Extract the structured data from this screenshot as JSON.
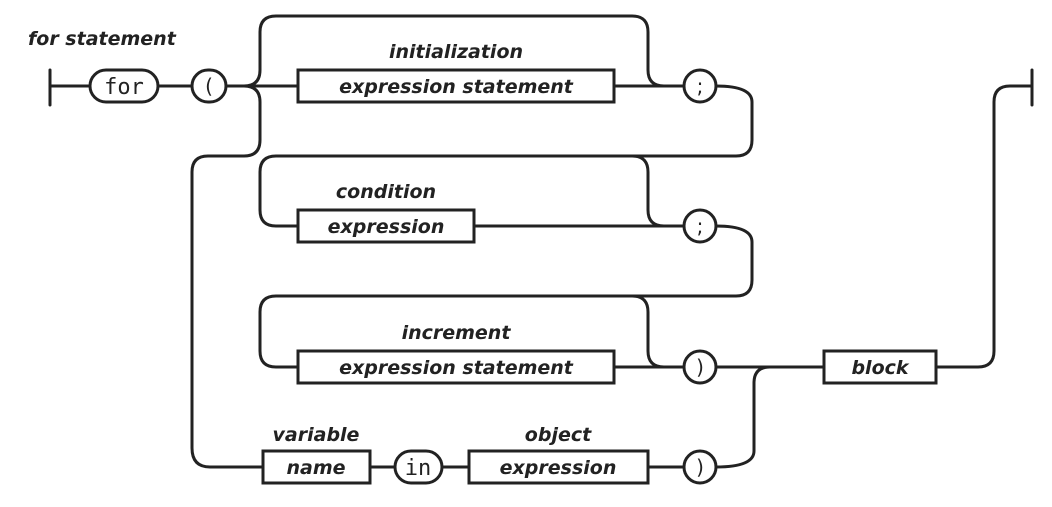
{
  "title": "for statement",
  "tokens": {
    "for": "for",
    "open_paren": "(",
    "semicolon_1": ";",
    "semicolon_2": ";",
    "close_paren_1": ")",
    "in": "in",
    "close_paren_2": ")"
  },
  "boxes": {
    "initialization": {
      "caption": "initialization",
      "label": "expression statement"
    },
    "condition": {
      "caption": "condition",
      "label": "expression"
    },
    "increment": {
      "caption": "increment",
      "label": "expression statement"
    },
    "variable": {
      "caption": "variable",
      "label": "name"
    },
    "object": {
      "caption": "object",
      "label": "expression"
    },
    "block": {
      "label": "block"
    }
  }
}
